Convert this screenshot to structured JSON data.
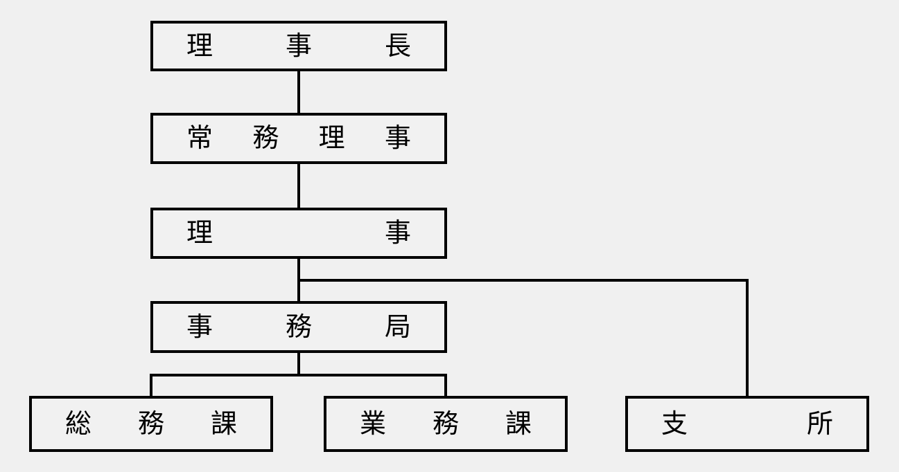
{
  "diagram": {
    "type": "org-chart",
    "background_color": "#f0f0f0",
    "box_border_color": "#000000",
    "line_color": "#000000",
    "text_color": "#000000",
    "nodes": {
      "chairman": {
        "label": "理事長"
      },
      "exec_director": {
        "label": "常務理事"
      },
      "director": {
        "label": "理事"
      },
      "secretariat": {
        "label": "事務局"
      },
      "general_affairs": {
        "label": "総務課"
      },
      "operations": {
        "label": "業務課"
      },
      "branch_office": {
        "label": "支所"
      }
    },
    "edges": [
      {
        "from": "chairman",
        "to": "exec_director"
      },
      {
        "from": "exec_director",
        "to": "director"
      },
      {
        "from": "director",
        "to": "secretariat"
      },
      {
        "from": "director",
        "to": "branch_office"
      },
      {
        "from": "secretariat",
        "to": "general_affairs"
      },
      {
        "from": "secretariat",
        "to": "operations"
      }
    ]
  }
}
